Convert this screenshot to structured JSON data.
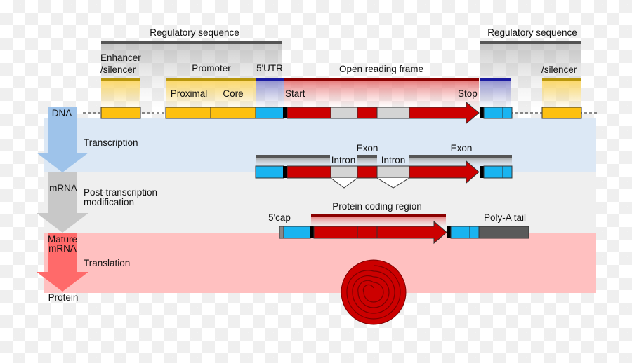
{
  "regulatory_left": "Regulatory sequence",
  "regulatory_right": "Regulatory sequence",
  "enhancer_line1": "Enhancer",
  "enhancer_line2": "/silencer",
  "silencer_right": "/silencer",
  "promoter": "Promoter",
  "proximal": "Proximal",
  "core": "Core",
  "utr5": "5'UTR",
  "orf": "Open reading frame",
  "start": "Start",
  "stop": "Stop",
  "stage_dna": "DNA",
  "transcription": "Transcription",
  "stage_mrna": "mRNA",
  "post_line1": "Post-transcription",
  "post_line2": "modification",
  "exon_1": "Exon",
  "exon_2": "Exon",
  "intron_1": "Intron",
  "intron_2": "Intron",
  "cap5": "5'cap",
  "protein_coding_region": "Protein coding region",
  "polya_tail": "Poly-A tail",
  "mature_line1": "Mature",
  "mature_line2": "mRNA",
  "translation": "Translation",
  "stage_protein": "Protein",
  "colors": {
    "dna_band": "#dce8f5",
    "mrna_band": "#efefef",
    "mature_band": "#ffc0c0",
    "regulatory_gold": "#fdc010",
    "utr_cyan": "#19b4f0",
    "exon_red": "#cc0000",
    "intron_grey": "#d4d4d4",
    "polya_grey": "#5a5a5a",
    "arrow_blue": "#9ec3ea",
    "arrow_grey": "#c8c8c8",
    "arrow_red": "#ff6a6a"
  }
}
